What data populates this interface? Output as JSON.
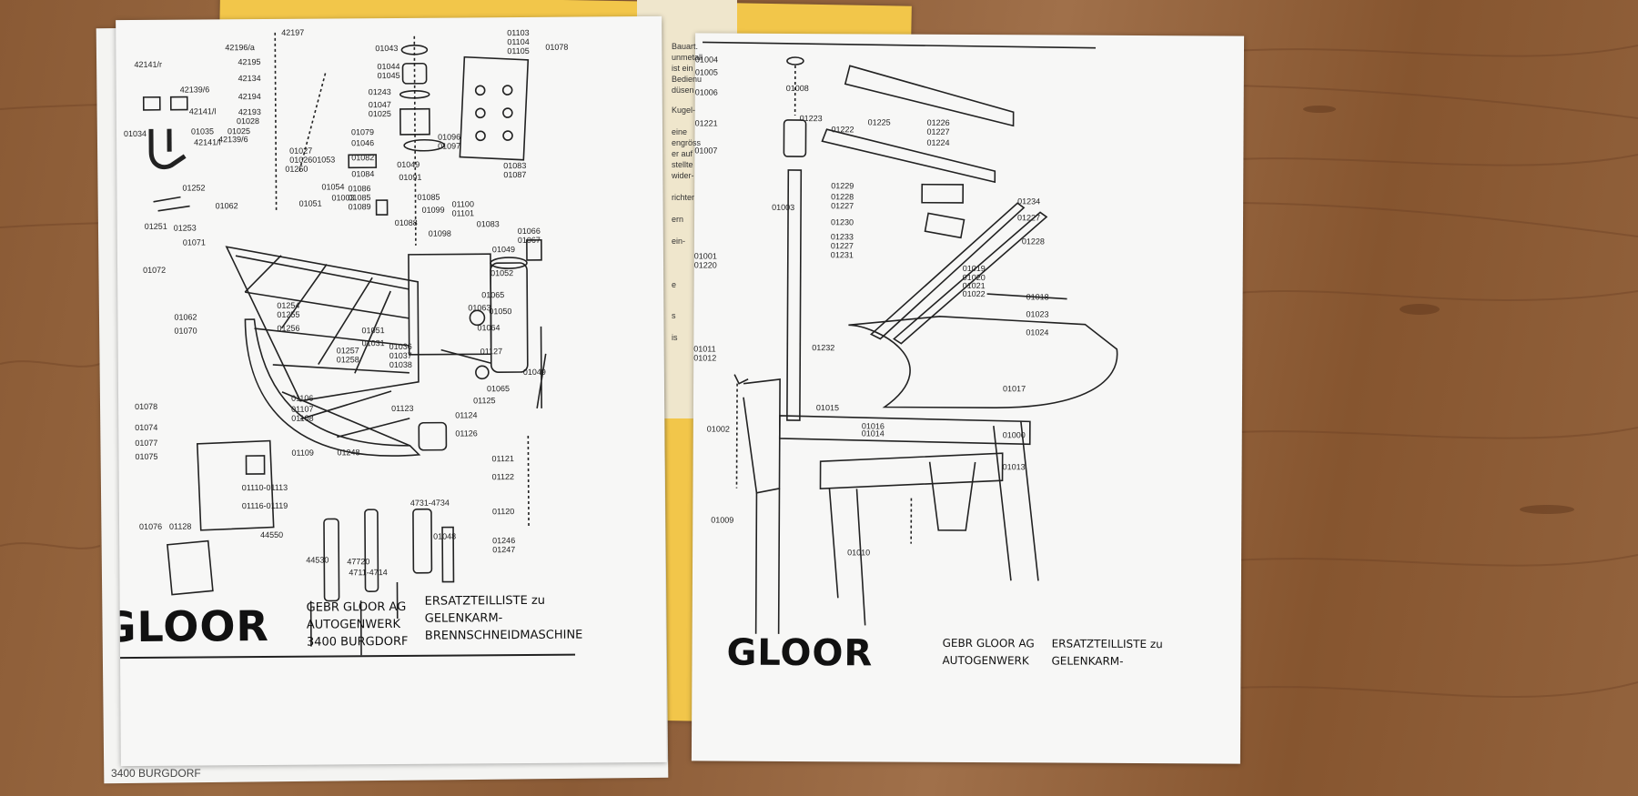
{
  "left_sheet": {
    "logo": "GLOOR",
    "company": [
      "GEBR GLOOR AG",
      "AUTOGENWERK",
      "3400 BURGDORF"
    ],
    "title": [
      "ERSATZTEILLISTE zu",
      "GELENKARM-",
      "BRENNSCHNEIDMASCHINE"
    ],
    "under_text": "3400 BURGDORF",
    "labels": [
      "42197",
      "42196/a",
      "42195",
      "42134",
      "42194",
      "42193",
      "01028",
      "01025",
      "42139/6",
      "01027",
      "01026",
      "01250",
      "01053",
      "42141/r",
      "42139/6",
      "42141/l",
      "01035",
      "01034",
      "42141/l",
      "01252",
      "01253",
      "01251",
      "01062",
      "01071",
      "01072",
      "01062",
      "01070",
      "01254",
      "01255",
      "01256",
      "01051",
      "01031",
      "01257",
      "01258",
      "01036",
      "01037",
      "01038",
      "01043",
      "01044",
      "01045",
      "01243",
      "01047",
      "01025",
      "01079",
      "01046",
      "01082",
      "01084",
      "01086",
      "01085",
      "01089",
      "01049",
      "01091",
      "01096",
      "01097",
      "01085",
      "01099",
      "01100",
      "01101",
      "01098",
      "01088",
      "01083",
      "01087",
      "01083",
      "01066",
      "01067",
      "01049",
      "01052",
      "01050",
      "01049",
      "01065",
      "01063",
      "01064",
      "01127",
      "01065",
      "01125",
      "01124",
      "01126",
      "01121",
      "01122",
      "01120",
      "01048",
      "01123",
      "01103",
      "01104",
      "01105",
      "01078",
      "01078",
      "01074",
      "01077",
      "01075",
      "01076",
      "01128",
      "01106",
      "01107",
      "01108",
      "01109",
      "01110-01113",
      "01116-01119",
      "01248",
      "44550",
      "44530",
      "47720",
      "4711-4714",
      "4731-4734",
      "01246",
      "01247",
      "01054",
      "01003",
      "01051"
    ]
  },
  "right_sheet": {
    "logo": "GLOOR",
    "company": [
      "GEBR GLOOR AG",
      "AUTOGENWERK"
    ],
    "title": [
      "ERSATZTEILLISTE zu",
      "GELENKARM-"
    ],
    "labels": [
      "01004",
      "01005",
      "01006",
      "01221",
      "01007",
      "01008",
      "01223",
      "01222",
      "01225",
      "01226",
      "01227",
      "01224",
      "01229",
      "01228",
      "01227",
      "01230",
      "01233",
      "01227",
      "01231",
      "01234",
      "01227",
      "01228",
      "01003",
      "01001",
      "01220",
      "01019",
      "01020",
      "01021",
      "01022",
      "01018",
      "01023",
      "01024",
      "01232",
      "01011",
      "01012",
      "01017",
      "01002",
      "01015",
      "01016",
      "01014",
      "01000",
      "01013",
      "01009",
      "01010"
    ]
  },
  "side_text": {
    "lines": [
      "Bauart.",
      "unmetall",
      "ist ein",
      "Bedienu",
      "düsen",
      "Kugel-",
      "eine",
      "engröss",
      "er auf",
      "stellte",
      "wider-",
      "richter",
      "ern",
      "ein-",
      "e",
      "s",
      "is"
    ]
  }
}
